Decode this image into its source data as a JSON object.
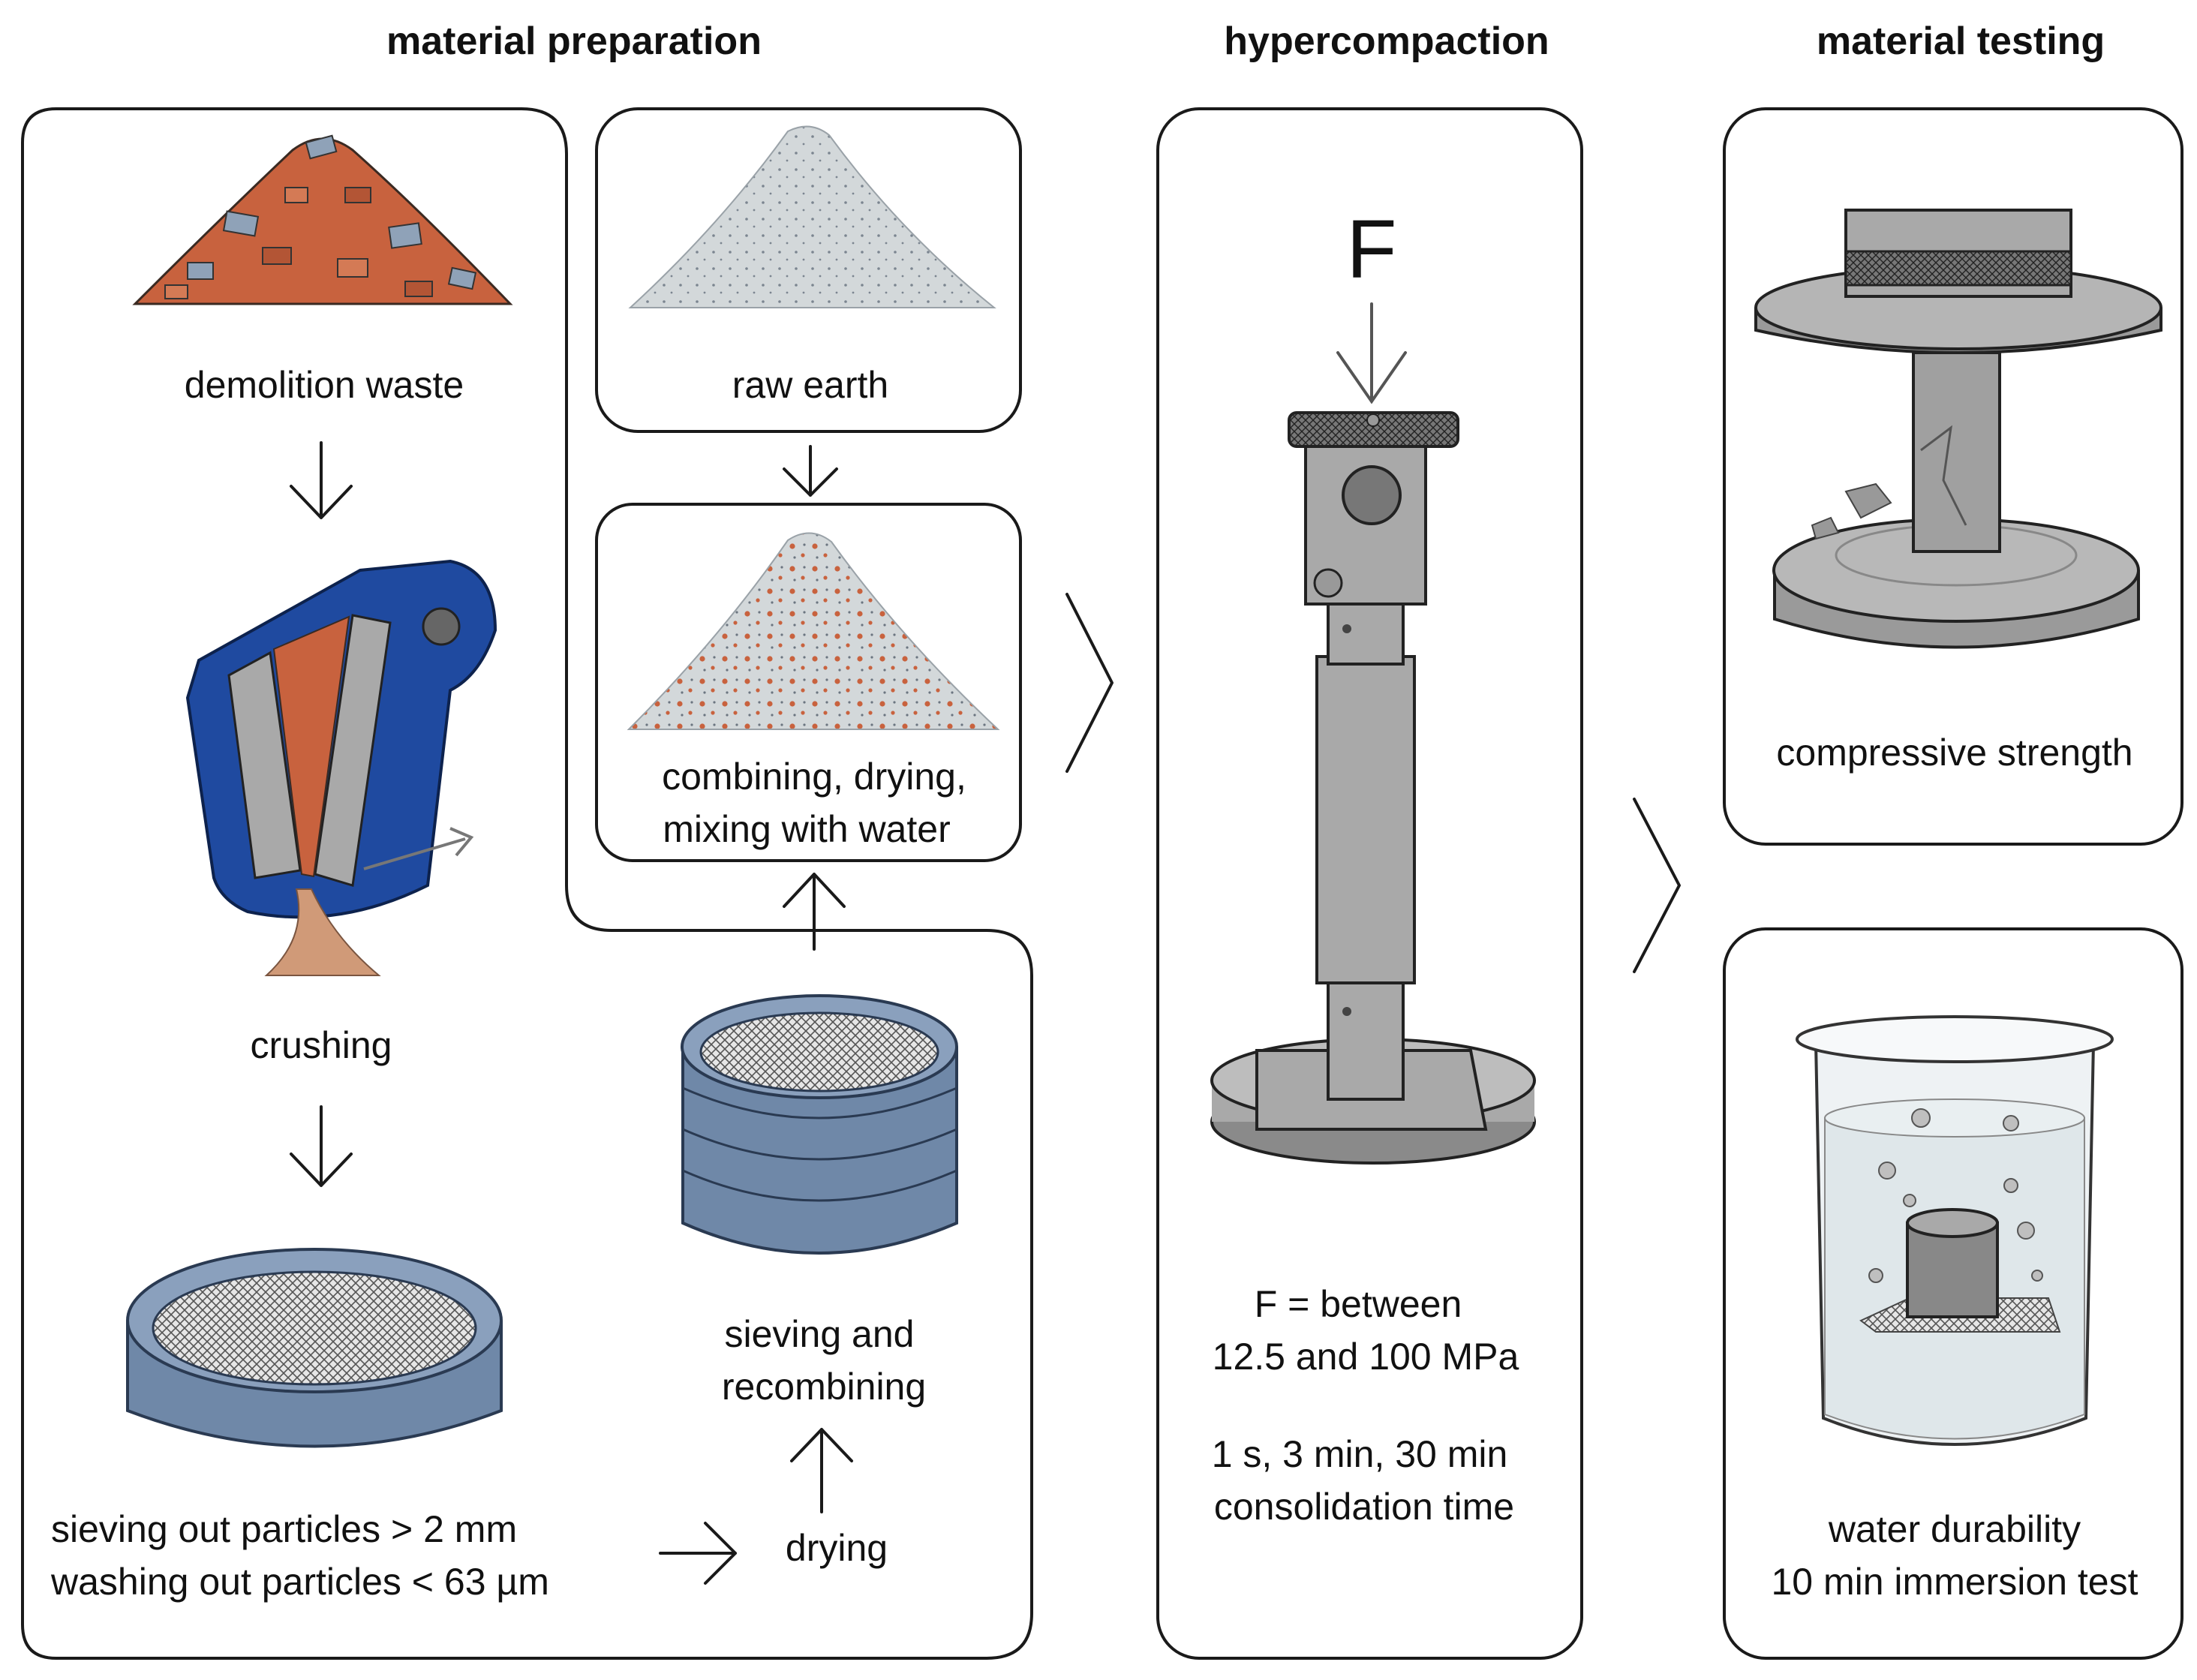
{
  "headings": {
    "preparation": "material preparation",
    "hypercompaction": "hypercompaction",
    "testing": "material testing"
  },
  "steps": {
    "demolition_waste": "demolition waste",
    "crushing": "crushing",
    "sieving_line1": "sieving out particles > 2 mm",
    "sieving_line2": "washing out particles < 63 µm",
    "drying": "drying",
    "sieving_recombining_line1": "sieving and",
    "sieving_recombining_line2": "recombining",
    "raw_earth": "raw earth",
    "combining_line1": "combining, drying,",
    "combining_line2": "mixing with water"
  },
  "compaction": {
    "force_symbol": "F",
    "force_line1": "F = between",
    "force_line2": "12.5 and 100 MPa",
    "time_line1": "1 s, 3 min, 30 min",
    "time_line2": "consolidation time"
  },
  "testing": {
    "compressive": "compressive strength",
    "water_line1": "water durability",
    "water_line2": "10 min immersion test"
  },
  "colors": {
    "brick": "#c8623e",
    "stone": "#8fa2b8",
    "crusher_blue": "#1f4aa0",
    "sieve_blue": "#6f88a8",
    "metal_gray": "#a9a9a9",
    "earth_gray": "#d3d8da"
  }
}
